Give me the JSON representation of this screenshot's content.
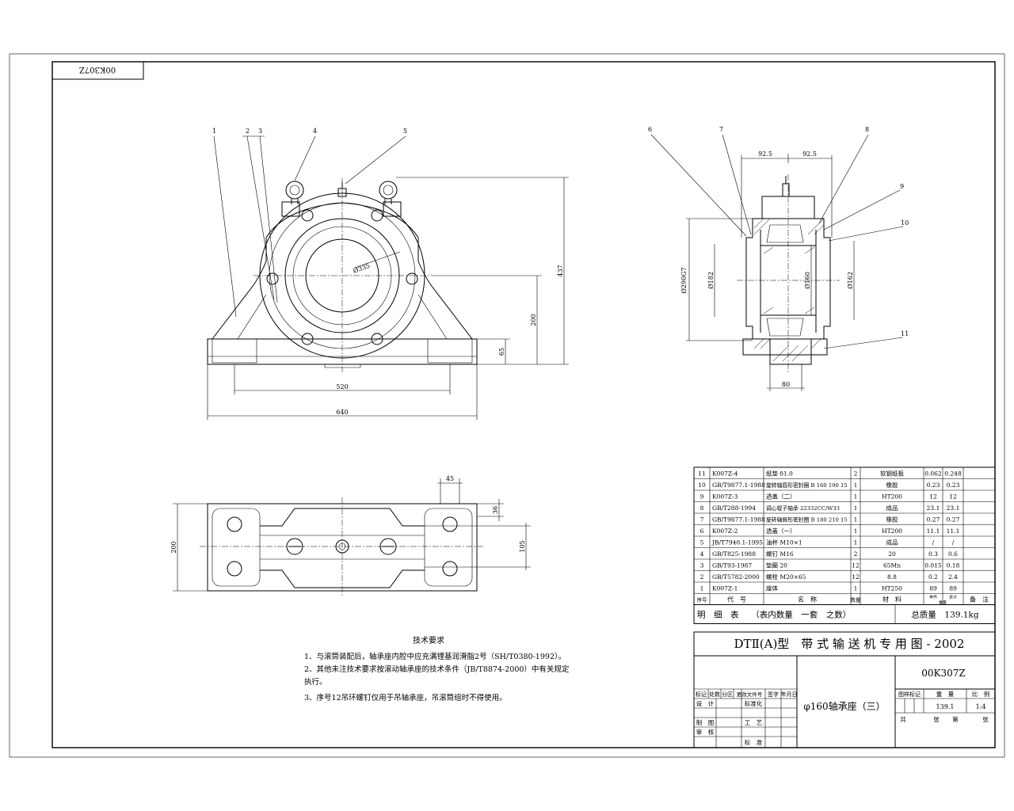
{
  "drawing_code": "00K307Z",
  "drawing_code_mirrored": "00K307Z",
  "part_labels": [
    "1",
    "2",
    "3",
    "4",
    "5",
    "6",
    "7",
    "8",
    "9",
    "10",
    "11"
  ],
  "front_view_dims": {
    "bore": "Ø335",
    "width_bolt": "520",
    "width_total": "640",
    "height_total": "437",
    "center_height": "200",
    "base_height": "65"
  },
  "side_view_dims": {
    "half_left": "92.5",
    "half_right": "92.5",
    "outer_dia": "Ø290G7",
    "seal_left": "Ø182",
    "shaft": "Ø160",
    "seal_right": "Ø162",
    "base_width": "80"
  },
  "plan_view_dims": {
    "slot": "45",
    "slot_h": "36",
    "height": "200",
    "width": "105"
  },
  "tech_requirements": {
    "title": "技术要求",
    "lines": [
      "1、与滚筒装配后，轴承座内腔中应充满锂基润滑脂2号（SH/T0380-1992）。",
      "2、其他未注技术要求按滚动轴承座的技术条件（JB/T8874-2000）中有关规定",
      "执行。",
      "3、序号12吊环螺钉仅用于吊轴承座，吊滚筒组时不得使用。"
    ]
  },
  "bom": {
    "rows": [
      {
        "no": "11",
        "code": "K007Z-4",
        "name": "纸垫 δ1.0",
        "qty": "2",
        "material": "软钢纸板",
        "unit": "0.062",
        "total": "0.248",
        "note": ""
      },
      {
        "no": "10",
        "code": "GB/T9877.1-1988",
        "name": "旋转轴唇形密封圈 B 160 190 15",
        "qty": "1",
        "material": "橡胶",
        "unit": "0.23",
        "total": "0.23",
        "note": ""
      },
      {
        "no": "9",
        "code": "K007Z-3",
        "name": "透盖（二）",
        "qty": "1",
        "material": "HT200",
        "unit": "12",
        "total": "12",
        "note": ""
      },
      {
        "no": "8",
        "code": "GB/T288-1994",
        "name": "调心辊子轴承 22332CC/W33",
        "qty": "1",
        "material": "成品",
        "unit": "23.1",
        "total": "23.1",
        "note": ""
      },
      {
        "no": "7",
        "code": "GB/T9877.1-1988",
        "name": "旋转轴唇形密封圈 B 180 210 15",
        "qty": "1",
        "material": "橡胶",
        "unit": "0.27",
        "total": "0.27",
        "note": ""
      },
      {
        "no": "6",
        "code": "K007Z-2",
        "name": "透盖（一）",
        "qty": "1",
        "material": "HT200",
        "unit": "11.1",
        "total": "11.1",
        "note": ""
      },
      {
        "no": "5",
        "code": "JB/T7940.1-1995",
        "name": "油杯 M10×1",
        "qty": "1",
        "material": "成品",
        "unit": "/",
        "total": "/",
        "note": ""
      },
      {
        "no": "4",
        "code": "GB/T825-1988",
        "name": "螺钉 M16",
        "qty": "2",
        "material": "20",
        "unit": "0.3",
        "total": "0.6",
        "note": ""
      },
      {
        "no": "3",
        "code": "GB/T93-1987",
        "name": "垫圈 20",
        "qty": "12",
        "material": "65Mn",
        "unit": "0.015",
        "total": "0.18",
        "note": ""
      },
      {
        "no": "2",
        "code": "GB/T5782-2000",
        "name": "螺栓 M20×65",
        "qty": "12",
        "material": "8.8",
        "unit": "0.2",
        "total": "2.4",
        "note": ""
      },
      {
        "no": "1",
        "code": "K007Z-1",
        "name": "座体",
        "qty": "1",
        "material": "HT250",
        "unit": "89",
        "total": "89",
        "note": ""
      }
    ],
    "header": {
      "no": "序号",
      "code": "代　号",
      "name": "名　称",
      "qty": "数量",
      "material": "材　料",
      "unit": "单件",
      "total": "总计",
      "weight": "重量",
      "note": "备　注"
    },
    "summary_left": "明　细　表　　（表内数量　一套　之数）",
    "summary_right": "总质量　139.1kg"
  },
  "title_block": {
    "series": "DTⅡ(A)型　带 式 输 送 机 专 用 图 - 2002",
    "code": "00K307Z",
    "part_name": "φ160轴承座（三）",
    "rev_header": [
      "标记",
      "处数",
      "分区",
      "更改文件号",
      "签字",
      "年月日"
    ],
    "roles": [
      "设　计",
      "制　图",
      "审　核"
    ],
    "roles2": [
      "标准化",
      "工　艺",
      "标　准"
    ],
    "stage_header": [
      "图样标记",
      "重　量",
      "比　例"
    ],
    "weight": "139.1",
    "scale": "1:4",
    "sheet": [
      "共",
      "张",
      "第",
      "张"
    ]
  }
}
